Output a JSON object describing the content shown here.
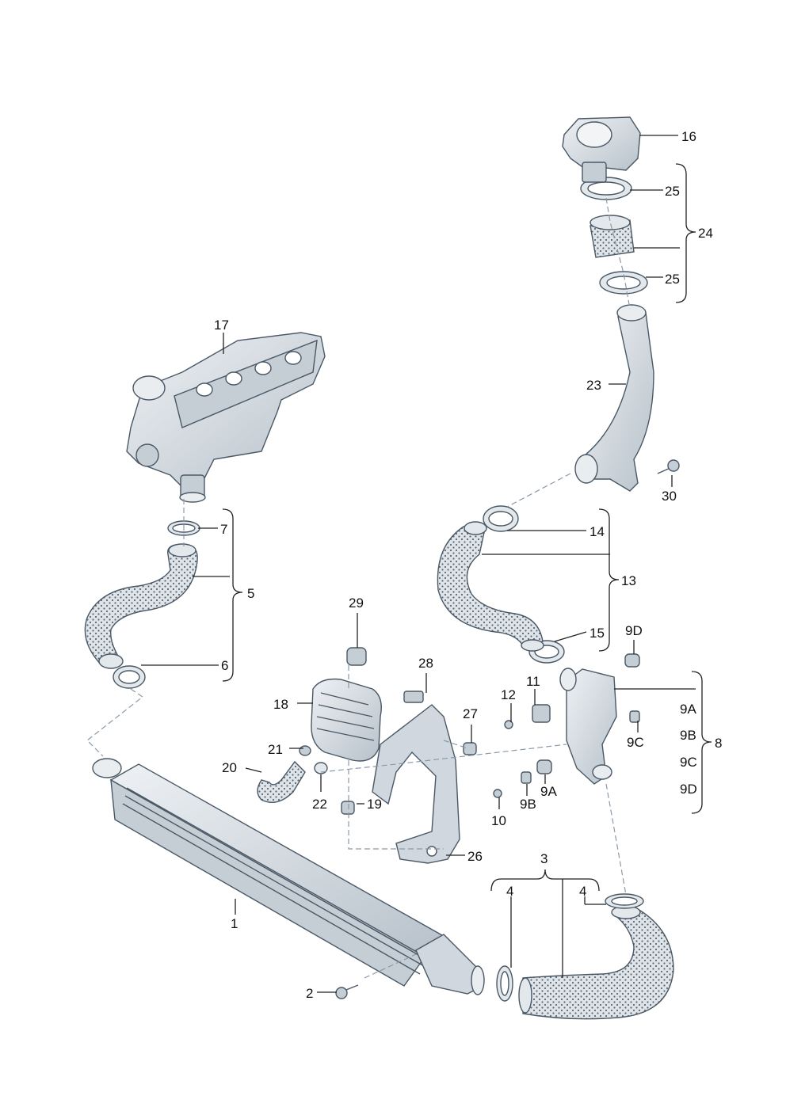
{
  "labels": {
    "p1": "1",
    "p2": "2",
    "p3": "3",
    "p4a": "4",
    "p4b": "4",
    "p5": "5",
    "p6": "6",
    "p7": "7",
    "p8": "8",
    "p9A": "9A",
    "p9B": "9B",
    "p9C": "9C",
    "p9D": "9D",
    "p9A_r": "9A",
    "p9B_r": "9B",
    "p9C_r": "9C",
    "p9D_r": "9D",
    "p10": "10",
    "p11": "11",
    "p12": "12",
    "p13": "13",
    "p14": "14",
    "p15": "15",
    "p16": "16",
    "p17": "17",
    "p18": "18",
    "p19": "19",
    "p20": "20",
    "p21": "21",
    "p22": "22",
    "p23": "23",
    "p24": "24",
    "p25a": "25",
    "p25b": "25",
    "p26": "26",
    "p27": "27",
    "p28": "28",
    "p29": "29",
    "p30": "30"
  },
  "colors": {
    "part_fill": "#d7dde3",
    "part_shadow": "#aab4bd",
    "outline": "#4a5866",
    "hose_dots": "#5a6775"
  }
}
